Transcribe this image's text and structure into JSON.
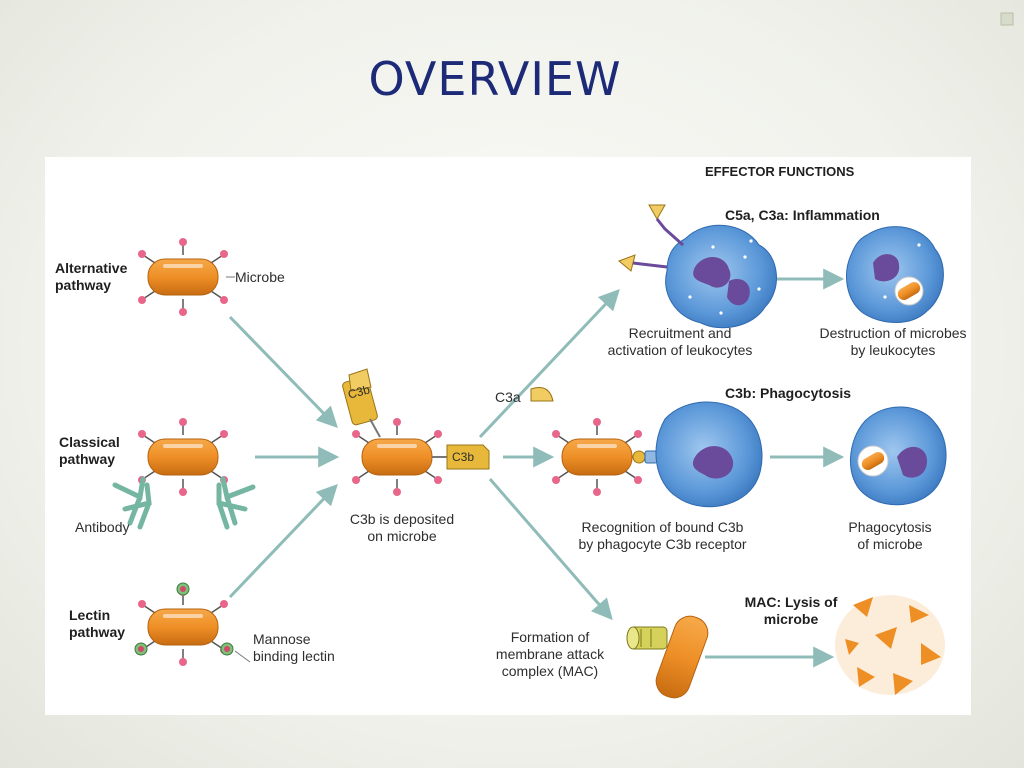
{
  "slide": {
    "title": "OVERVIEW"
  },
  "diagram": {
    "effector_functions_heading": "EFFECTOR FUNCTIONS",
    "pathways": {
      "alternative": "Alternative\npathway",
      "classical": "Classical\npathway",
      "lectin": "Lectin\npathway"
    },
    "labels": {
      "microbe": "Microbe",
      "antibody": "Antibody",
      "mannose_binding_lectin": "Mannose\nbinding lectin",
      "c3b_deposited": "C3b is deposited\non microbe",
      "c3a": "C3a",
      "c3b_top": "C3b",
      "c3b_side": "C3b",
      "recruitment": "Recruitment and\nactivation of leukocytes",
      "destruction": "Destruction of microbes\nby leukocytes",
      "recognition": "Recognition of bound C3b\nby phagocyte C3b receptor",
      "phagocytosis_of_microbe": "Phagocytosis\nof microbe",
      "formation_mac": "Formation of\nmembrane attack\ncomplex (MAC)"
    },
    "functions": {
      "inflammation": "C5a, C3a: Inflammation",
      "phagocytosis": "C3b: Phagocytosis",
      "lysis": "MAC: Lysis of\nmicrobe"
    },
    "colors": {
      "title": "#1c2a78",
      "microbe_fill": "#ee8f26",
      "arrow": "#8fbcb8",
      "cell_blue": "#4f8fd4",
      "nucleus": "#6a4a9a",
      "c3_yellow": "#e8b83a"
    }
  }
}
